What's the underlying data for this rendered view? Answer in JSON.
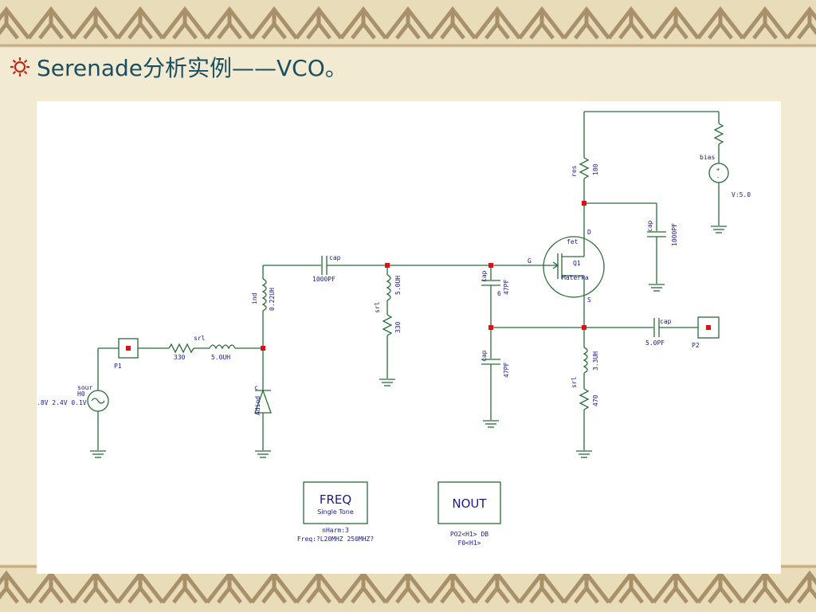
{
  "slide": {
    "bullet_icon": "sun-bullet-icon",
    "title": "Serenade分析实例——VCO。"
  },
  "colors": {
    "background": "#f3ead2",
    "title": "#1a4f62",
    "wire": "#2a6b3a",
    "node": "#e01010",
    "label": "#1a1a8c"
  },
  "schematic": {
    "source": {
      "name": "sour",
      "model": "H0",
      "params": ".8V 2.4V 0.1V"
    },
    "port1": "P1",
    "port2": "P2",
    "srl_left": {
      "type": "srl",
      "r": "330",
      "l": "5.0UH"
    },
    "cap_input": {
      "type": "cap",
      "value": "1000PF"
    },
    "ind_tank": {
      "type": "ind",
      "value": "0.22UH"
    },
    "diode": {
      "type": "diode",
      "name": "Adiod"
    },
    "diode_pin": "c",
    "srl_mid": {
      "type": "srl",
      "l": "5.0UH",
      "r": "330"
    },
    "cap_gate": {
      "type": "cap",
      "value": "47PF"
    },
    "gate_node": "6",
    "gate_pin": "G",
    "cap_shunt": {
      "type": "cap",
      "value": "47PF"
    },
    "transistor": {
      "type": "fet",
      "name": "Q1",
      "model": "Materka"
    },
    "drain_pin": "D",
    "source_pin": "S",
    "res_drain": {
      "type": "res",
      "value": "100"
    },
    "cap_bypass": {
      "type": "cap",
      "value": "1000PF"
    },
    "bias": {
      "name": "bias",
      "value": "V:5.0",
      "plus": "+",
      "minus": "-"
    },
    "cap_out": {
      "type": "cap",
      "value": "5.0PF"
    },
    "srl_source": {
      "type": "srl",
      "l": "3.3UH",
      "r": "470"
    }
  },
  "freq_box": {
    "title": "FREQ",
    "subtitle": "Single Tone",
    "line1": "nHarm:3",
    "line2": "Freq:?L20MHZ 250MHZ?"
  },
  "nout_box": {
    "title": "NOUT",
    "line1": "PO2<H1> DB",
    "line2": "F0<H1>"
  }
}
